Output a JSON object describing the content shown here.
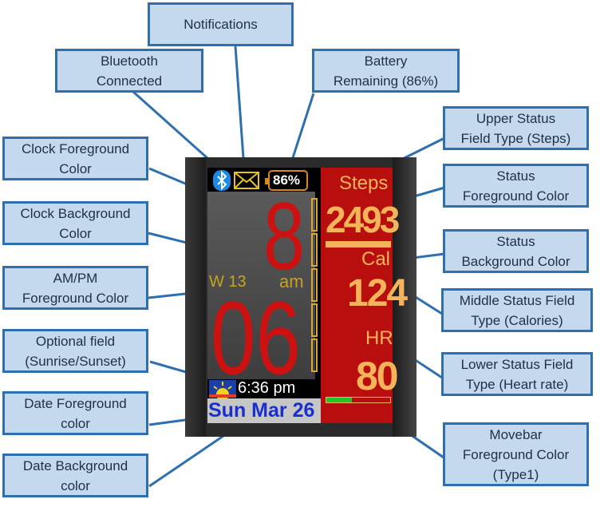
{
  "callouts": {
    "notifications": [
      "Notifications"
    ],
    "bluetooth": [
      "Bluetooth",
      "Connected"
    ],
    "battery": [
      "Battery",
      "Remaining (86%)"
    ],
    "clock_fg": [
      "Clock Foreground",
      "Color"
    ],
    "clock_bg": [
      "Clock Background",
      "Color"
    ],
    "ampm_fg": [
      "AM/PM",
      "Foreground Color"
    ],
    "optional": [
      "Optional field",
      "(Sunrise/Sunset)"
    ],
    "date_fg": [
      "Date Foreground",
      "color"
    ],
    "date_bg": [
      "Date Background",
      "color"
    ],
    "upper_status": [
      "Upper Status",
      "Field Type (Steps)"
    ],
    "status_fg": [
      "Status",
      "Foreground Color"
    ],
    "status_bg": [
      "Status",
      "Background Color"
    ],
    "middle_status": [
      "Middle Status Field",
      "Type (Calories)"
    ],
    "lower_status": [
      "Lower Status Field",
      "Type (Heart rate)"
    ],
    "movebar": [
      "Movebar",
      "Foreground Color",
      "(Type1)"
    ]
  },
  "watch": {
    "battery_text": "86%",
    "hour": "8",
    "minute": "06",
    "week": "W 13",
    "ampm": "am",
    "sun_time": "6:36 pm",
    "date": "Sun Mar 26",
    "upper_label": "Steps",
    "upper_value": "2493",
    "middle_label": "Cal",
    "middle_value": "124",
    "lower_label": "HR",
    "lower_value": "80",
    "steps_progress": 1.0,
    "heart_progress": 0.4,
    "icons": {
      "bluetooth": "bluetooth-icon",
      "notification": "envelope-icon",
      "battery": "battery-icon",
      "sunrise": "sunrise-icon"
    }
  },
  "colors": {
    "callout_fill": "#c5d9ee",
    "callout_border": "#2e6fb0",
    "leader": "#2e6fb0",
    "clock_fg": "#cc1111",
    "clock_bg": "#4a4a4a",
    "ampm_fg": "#c8a21e",
    "status_fg": "#f6b45a",
    "status_bg": "#b80e0e",
    "date_fg": "#1a2fcf",
    "date_bg": "#c6c6c6",
    "movebar": "#d9a73a",
    "progress_green": "#22c42a"
  }
}
